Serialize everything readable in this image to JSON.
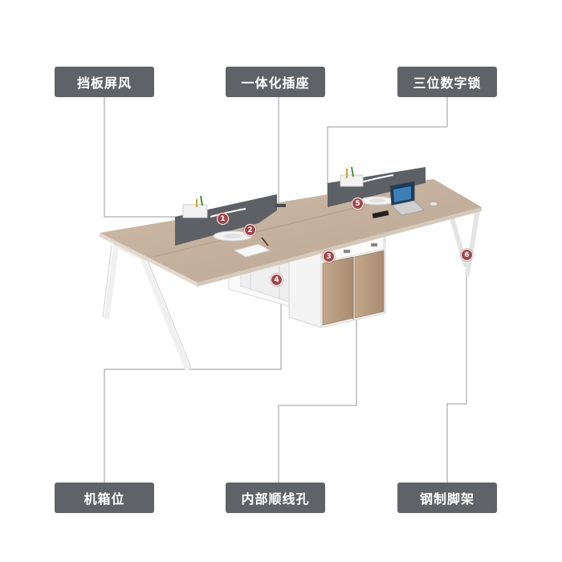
{
  "features": [
    {
      "number": "1",
      "label": "挡板屏风"
    },
    {
      "number": "2",
      "label": "一体化插座"
    },
    {
      "number": "3",
      "label": "三位数字锁"
    },
    {
      "number": "4",
      "label": "机箱位"
    },
    {
      "number": "5",
      "label": "内部顺线孔"
    },
    {
      "number": "6",
      "label": "钢制脚架"
    }
  ],
  "colors": {
    "label_bg": "#5f6266",
    "badge": "#a0474b",
    "desktop": "#c8b6a4",
    "screen_panel": "#5d6166",
    "cabinet": "#f4f4f4",
    "wood_door": "#b99c80",
    "leg": "#ffffff",
    "leader_line": "#9a9a9a"
  }
}
